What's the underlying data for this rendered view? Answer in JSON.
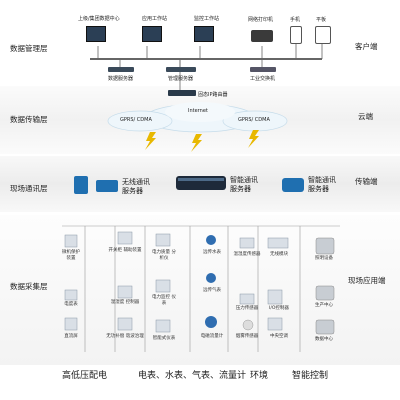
{
  "layers": {
    "management": "数据管理层",
    "transport": "数据传输层",
    "field_comm": "现场通讯层",
    "collection": "数据采集层"
  },
  "sides": {
    "client": "客户端",
    "cloud": "云端",
    "transport": "传输端",
    "field": "现场应用端"
  },
  "management": {
    "workstations": [
      "上级/集团数据中心",
      "应用工作站",
      "监控工作站",
      "网络打印机",
      "手机",
      "平板"
    ],
    "servers": [
      "数据服务器",
      "管理服务器",
      "工业交换机"
    ]
  },
  "cloud": {
    "router": "固态IP路由器",
    "left": "GPRS/ CDMA",
    "center": "Internet",
    "right": "GPRS/ CDMA"
  },
  "gateways": [
    {
      "line1": "无线通讯",
      "line2": "服务器"
    },
    {
      "line1": "智能通讯",
      "line2": "服务器"
    },
    {
      "line1": "智能通讯",
      "line2": "服务器"
    }
  ],
  "categories": {
    "power": "高低压配电",
    "meters": "电表、水表、气表、流量计",
    "environment": "环境",
    "control": "智能控制"
  },
  "collection": {
    "col1": [
      "微机保护装置",
      "电度表",
      "直流屏"
    ],
    "col2": [
      "开关柜 辅助装置",
      "温湿度 控制器",
      "无功补偿 谐波治理"
    ],
    "col3": [
      "电力质量 分析仪",
      "电力监控 仪表",
      "智能式仪表"
    ],
    "col4": [
      "远传水表",
      "远传气表",
      "电磁流量计"
    ],
    "col5": [
      "温湿度传感器",
      "压力传感器",
      "烟雾传感器"
    ],
    "col6": [
      "无线模块",
      "I/O控制器",
      "中央空调"
    ],
    "col7": [
      "照明设备",
      "生产中心",
      "数据中心"
    ]
  }
}
